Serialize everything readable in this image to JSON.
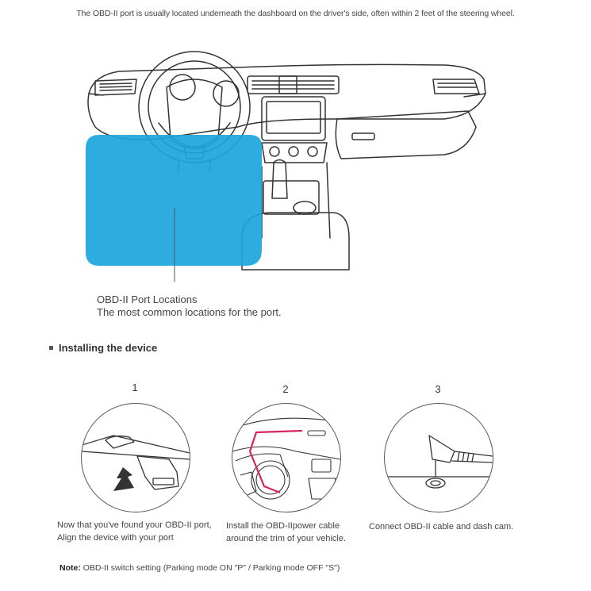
{
  "intro": "The OBD-II port is usually located underneath the dashboard on the driver's side, often within 2 feet of the steering wheel.",
  "port_caption": {
    "title": "OBD-II Port Locations",
    "subtitle": "The most common locations for the port."
  },
  "section_title": "Installing the device",
  "steps": [
    {
      "number": "1",
      "line1": "Now that you've found your OBD-II port,",
      "line2": "Align the device with your port"
    },
    {
      "number": "2",
      "line1": "Install the OBD-IIpower cable",
      "line2": "around the trim of your vehicle."
    },
    {
      "number": "3",
      "line1": "Connect OBD-II cable and dash cam.",
      "line2": ""
    }
  ],
  "note": {
    "label": "Note:",
    "text": " OBD-II switch setting (Parking mode ON \"P\" / Parking mode OFF \"S\")"
  },
  "colors": {
    "highlight": "#1ba6dc",
    "cable": "#d6245a",
    "line": "#333333"
  },
  "icons": [
    "steering-wheel-icon",
    "arrow-up-icon",
    "obd-device-icon",
    "power-cable-icon",
    "dash-cam-connector-icon"
  ]
}
